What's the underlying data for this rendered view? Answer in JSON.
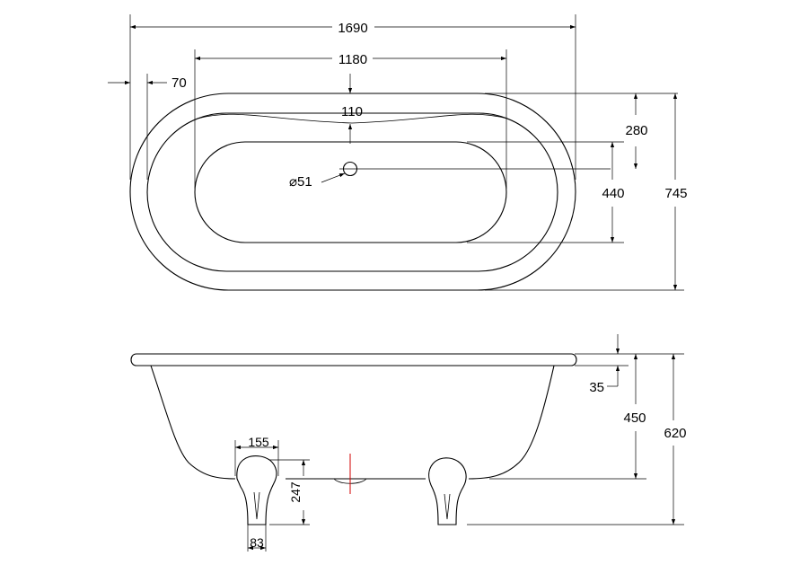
{
  "plan_view": {
    "overall_length": "1690",
    "inner_length": "1180",
    "rim_offset": "70",
    "rim_depth": "110",
    "waste_diameter": "⌀51",
    "rim_width": "280",
    "inner_width": "440",
    "overall_width": "745"
  },
  "side_view": {
    "rim_thickness": "35",
    "bath_depth": "450",
    "overall_height": "620",
    "foot_width": "155",
    "foot_height": "247",
    "foot_base": "83"
  }
}
